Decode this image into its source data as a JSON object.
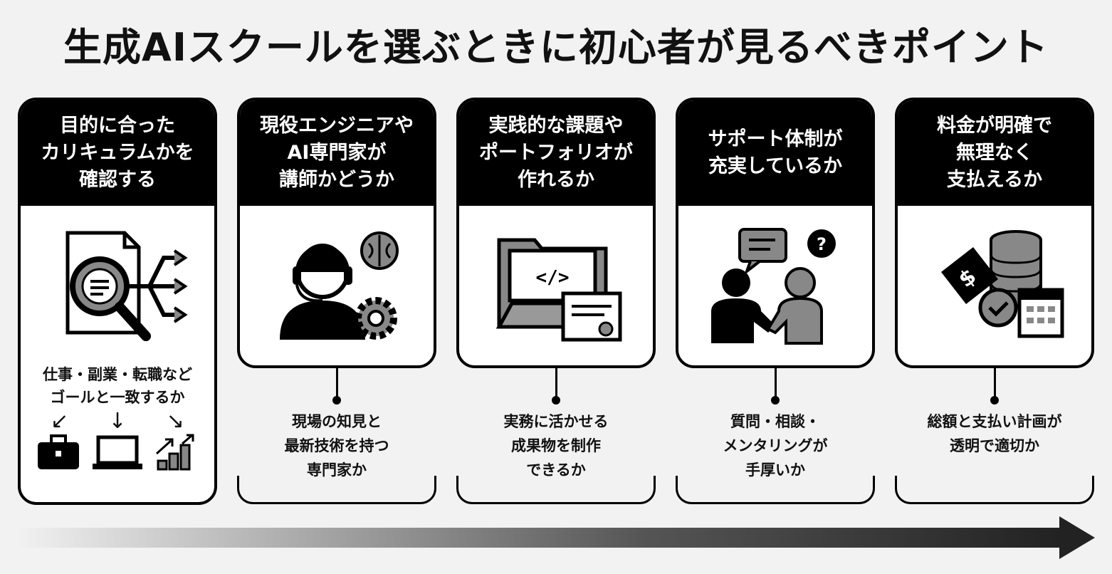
{
  "title": "生成AIスクールを選ぶときに初心者が見るべきポイント",
  "points": [
    {
      "heading": "目的に合った\nカリキュラムかを\n確認する",
      "note": "仕事・副業・転職など\nゴールと一致するか",
      "icon": "magnifier-document-icon",
      "sub_icons": [
        "briefcase-icon",
        "laptop-icon",
        "growth-chart-icon"
      ]
    },
    {
      "heading": "現役エンジニアや\nAI専門家が\n講師かどうか",
      "note": "現場の知見と\n最新技術を持つ\n専門家か",
      "icon": "headset-expert-icon"
    },
    {
      "heading": "実践的な課題や\nポートフォリオが\n作れるか",
      "note": "実務に活かせる\n成果物を制作\nできるか",
      "icon": "code-folder-certificate-icon"
    },
    {
      "heading": "サポート体制が\n充実しているか",
      "note": "質問・相談・\nメンタリングが\n手厚いか",
      "icon": "handshake-chat-icon"
    },
    {
      "heading": "料金が明確で\n無理なく\n支払えるか",
      "note": "総額と支払い計画が\n透明で適切か",
      "icon": "coins-price-calendar-icon"
    }
  ],
  "colors": {
    "dark": "#000000",
    "gray": "#888888",
    "background": "#f2f2f2"
  }
}
